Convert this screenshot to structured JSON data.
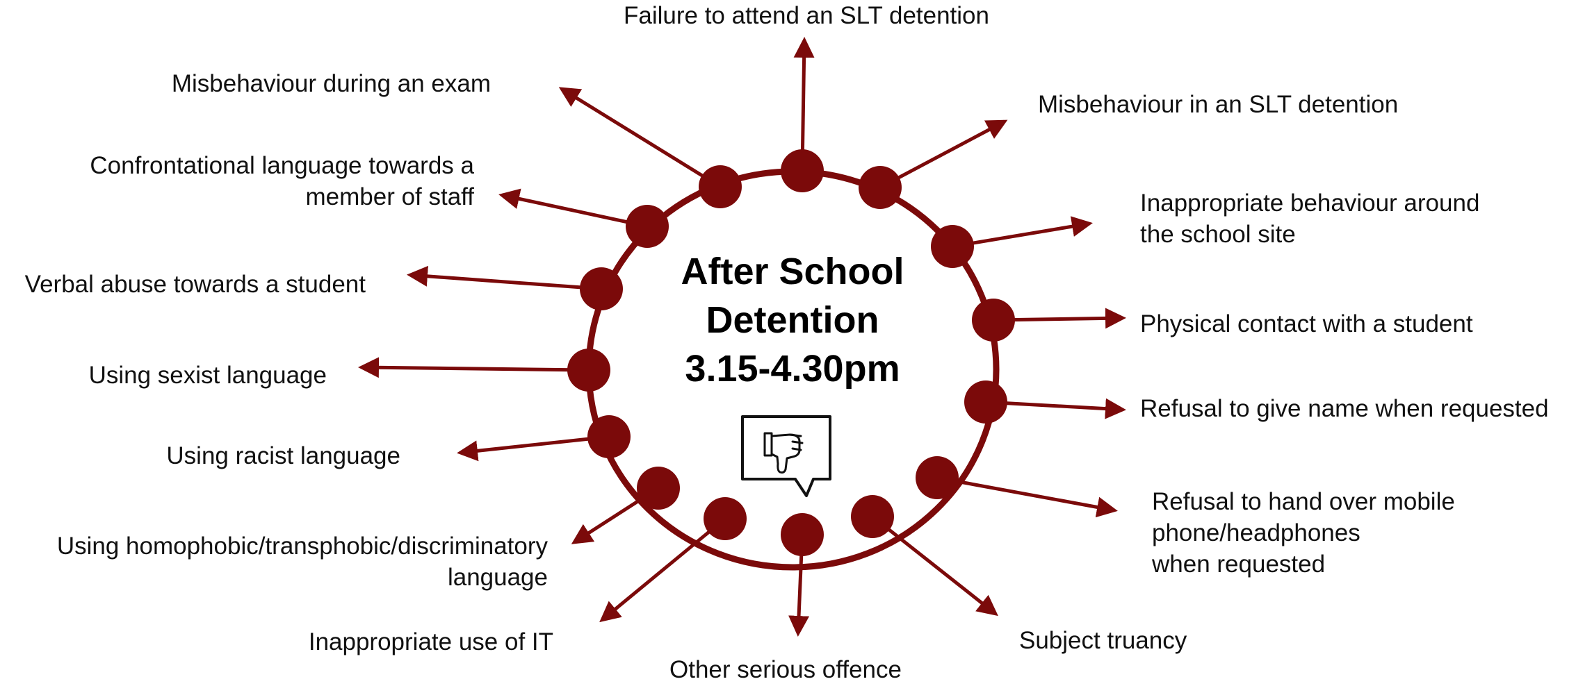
{
  "center": {
    "lines": [
      "After School",
      "Detention",
      "3.15-4.30pm"
    ],
    "icon": "thumbs-down-speech-bubble-icon"
  },
  "offences": [
    {
      "lines": [
        "Failure to attend an SLT detention"
      ]
    },
    {
      "lines": [
        "Misbehaviour in an SLT detention"
      ]
    },
    {
      "lines": [
        "Inappropriate behaviour around",
        "the school site"
      ]
    },
    {
      "lines": [
        "Physical contact with a student"
      ]
    },
    {
      "lines": [
        "Refusal to give name when requested"
      ]
    },
    {
      "lines": [
        "Refusal to hand over mobile",
        "phone/headphones",
        "when requested"
      ]
    },
    {
      "lines": [
        "Subject truancy"
      ]
    },
    {
      "lines": [
        "Other serious offence"
      ]
    },
    {
      "lines": [
        "Inappropriate use of IT"
      ]
    },
    {
      "lines": [
        "Using homophobic/transphobic/discriminatory",
        "language"
      ]
    },
    {
      "lines": [
        "Using racist language"
      ]
    },
    {
      "lines": [
        "Using sexist language"
      ]
    },
    {
      "lines": [
        "Verbal abuse towards a student"
      ]
    },
    {
      "lines": [
        "Confrontational language towards a",
        "member of staff"
      ]
    },
    {
      "lines": [
        "Misbehaviour during an exam"
      ]
    }
  ],
  "colors": {
    "ring": "#7b0a0a",
    "dot": "#7b0a0a",
    "arrow": "#7b0a0a",
    "text": "#111111"
  }
}
